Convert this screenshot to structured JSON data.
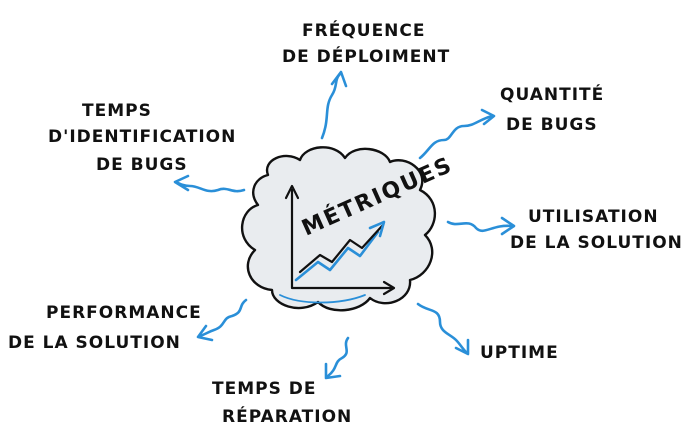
{
  "colors": {
    "ink": "#111111",
    "accent": "#2a8fd8",
    "cloud_fill": "#e9ecef",
    "cloud_stroke": "#111111"
  },
  "center": {
    "title": "MÉTRIQUES",
    "icon": "rising-chart-icon"
  },
  "nodes": [
    {
      "id": "frequence",
      "lines": [
        "FRÉQUENCE",
        "DE DÉPLOIMENT"
      ]
    },
    {
      "id": "quantite",
      "lines": [
        "QUANTITÉ",
        "DE BUGS"
      ]
    },
    {
      "id": "utilisation",
      "lines": [
        "UTILISATION",
        "DE LA SOLUTION"
      ]
    },
    {
      "id": "uptime",
      "lines": [
        "UPTIME"
      ]
    },
    {
      "id": "reparation",
      "lines": [
        "TEMPS DE",
        "RÉPARATION"
      ]
    },
    {
      "id": "performance",
      "lines": [
        "PERFORMANCE",
        "DE LA SOLUTION"
      ]
    },
    {
      "id": "identification",
      "lines": [
        "TEMPS",
        "D'IDENTIFICATION",
        "DE BUGS"
      ]
    }
  ]
}
